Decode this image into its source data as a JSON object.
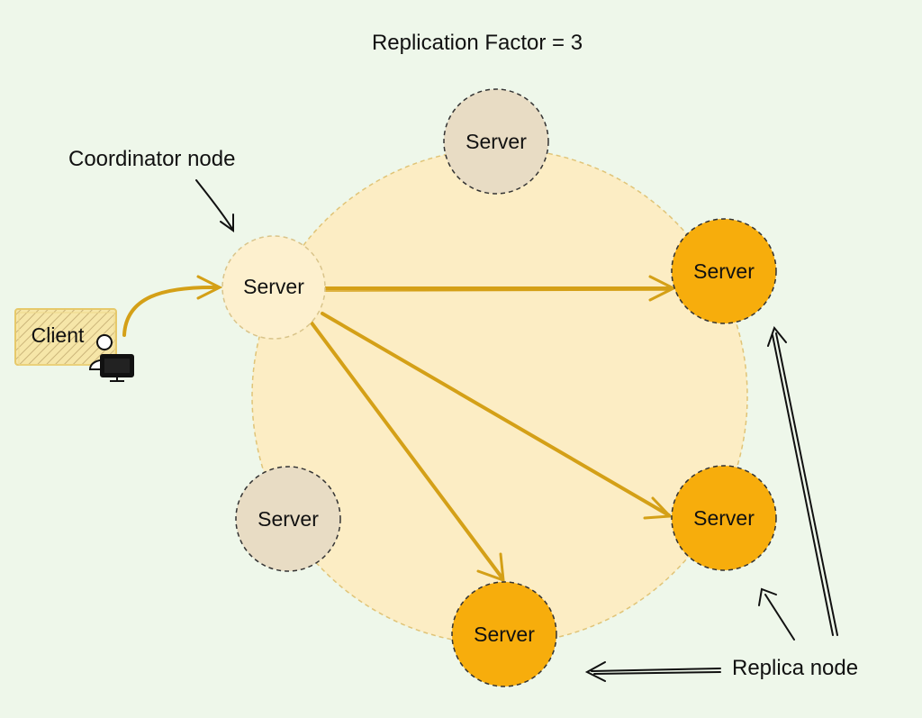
{
  "title": "Replication Factor = 3",
  "annotations": {
    "coordinator": "Coordinator node",
    "replica": "Replica node"
  },
  "client": {
    "label": "Client",
    "icon": "user-computer-icon"
  },
  "nodes": [
    {
      "id": "coordinator",
      "label": "Server",
      "role": "coordinator"
    },
    {
      "id": "top",
      "label": "Server",
      "role": "inactive"
    },
    {
      "id": "right-upper",
      "label": "Server",
      "role": "replica"
    },
    {
      "id": "right-lower",
      "label": "Server",
      "role": "replica"
    },
    {
      "id": "bottom",
      "label": "Server",
      "role": "replica"
    },
    {
      "id": "left-lower",
      "label": "Server",
      "role": "inactive"
    }
  ],
  "colors": {
    "background": "#eef7ea",
    "ring": "#fcedc4",
    "coordinator": "#fdf0ce",
    "inactive": "#e8dcc4",
    "replica": "#f7ad0c",
    "arrow": "#d4a017",
    "client_box": "#f5e3a3"
  }
}
